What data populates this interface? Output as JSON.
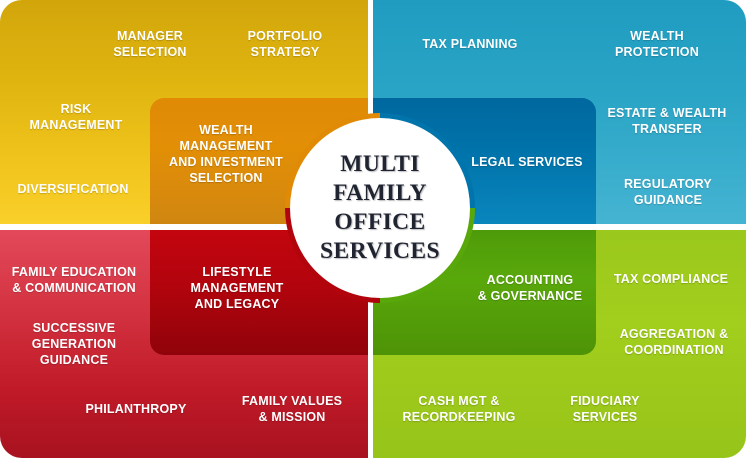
{
  "diagram": {
    "title": "MULTI\nFAMILY OFFICE\nSERVICES",
    "colors": {
      "investment": "#D4A90C",
      "investment_inner": "#E08A05",
      "legal": "#2BA5C6",
      "legal_inner": "#0074AB",
      "family": "#C01A28",
      "family_inner": "#B2040D",
      "financial": "#9DC81C",
      "financial_inner": "#59A80B",
      "label_text": "#FFFFFF",
      "title_text": "#1F2430",
      "center_fill": "#FFFFFF"
    },
    "quadrants": [
      {
        "key": "investment",
        "position": "top-left",
        "outer_labels": [
          {
            "name": "manager-selection",
            "text": "MANAGER\nSELECTION"
          },
          {
            "name": "portfolio-strategy",
            "text": "PORTFOLIO\nSTRATEGY"
          },
          {
            "name": "risk-management",
            "text": "RISK\nMANAGEMENT"
          },
          {
            "name": "diversification",
            "text": "DIVERSIFICATION"
          }
        ],
        "inner_label": {
          "name": "wealth-management-and-investment-selection",
          "text": "WEALTH\nMANAGEMENT\nAND INVESTMENT\nSELECTION"
        }
      },
      {
        "key": "legal",
        "position": "top-right",
        "outer_labels": [
          {
            "name": "tax-planning",
            "text": "TAX PLANNING"
          },
          {
            "name": "wealth-protection",
            "text": "WEALTH\nPROTECTION"
          },
          {
            "name": "estate-wealth-transfer",
            "text": "ESTATE & WEALTH\nTRANSFER"
          },
          {
            "name": "regulatory-guidance",
            "text": "REGULATORY\nGUIDANCE"
          }
        ],
        "inner_label": {
          "name": "legal-services",
          "text": "LEGAL SERVICES"
        }
      },
      {
        "key": "family",
        "position": "bottom-left",
        "outer_labels": [
          {
            "name": "family-education-communication",
            "text": "FAMILY EDUCATION\n& COMMUNICATION"
          },
          {
            "name": "successive-generation-guidance",
            "text": "SUCCESSIVE\nGENERATION\nGUIDANCE"
          },
          {
            "name": "philanthropy",
            "text": "PHILANTHROPY"
          },
          {
            "name": "family-values-mission",
            "text": "FAMILY VALUES\n& MISSION"
          }
        ],
        "inner_label": {
          "name": "lifestyle-management-and-legacy",
          "text": "LIFESTYLE\nMANAGEMENT\nAND LEGACY"
        }
      },
      {
        "key": "financial",
        "position": "bottom-right",
        "outer_labels": [
          {
            "name": "tax-compliance",
            "text": "TAX COMPLIANCE"
          },
          {
            "name": "aggregation-coordination",
            "text": "AGGREGATION &\nCOORDINATION"
          },
          {
            "name": "cash-mgt-recordkeeping",
            "text": "CASH MGT &\nRECORDKEEPING"
          },
          {
            "name": "fiduciary-services",
            "text": "FIDUCIARY\nSERVICES"
          }
        ],
        "inner_label": {
          "name": "accounting-governance",
          "text": "ACCOUNTING\n& GOVERNANCE"
        }
      }
    ]
  }
}
